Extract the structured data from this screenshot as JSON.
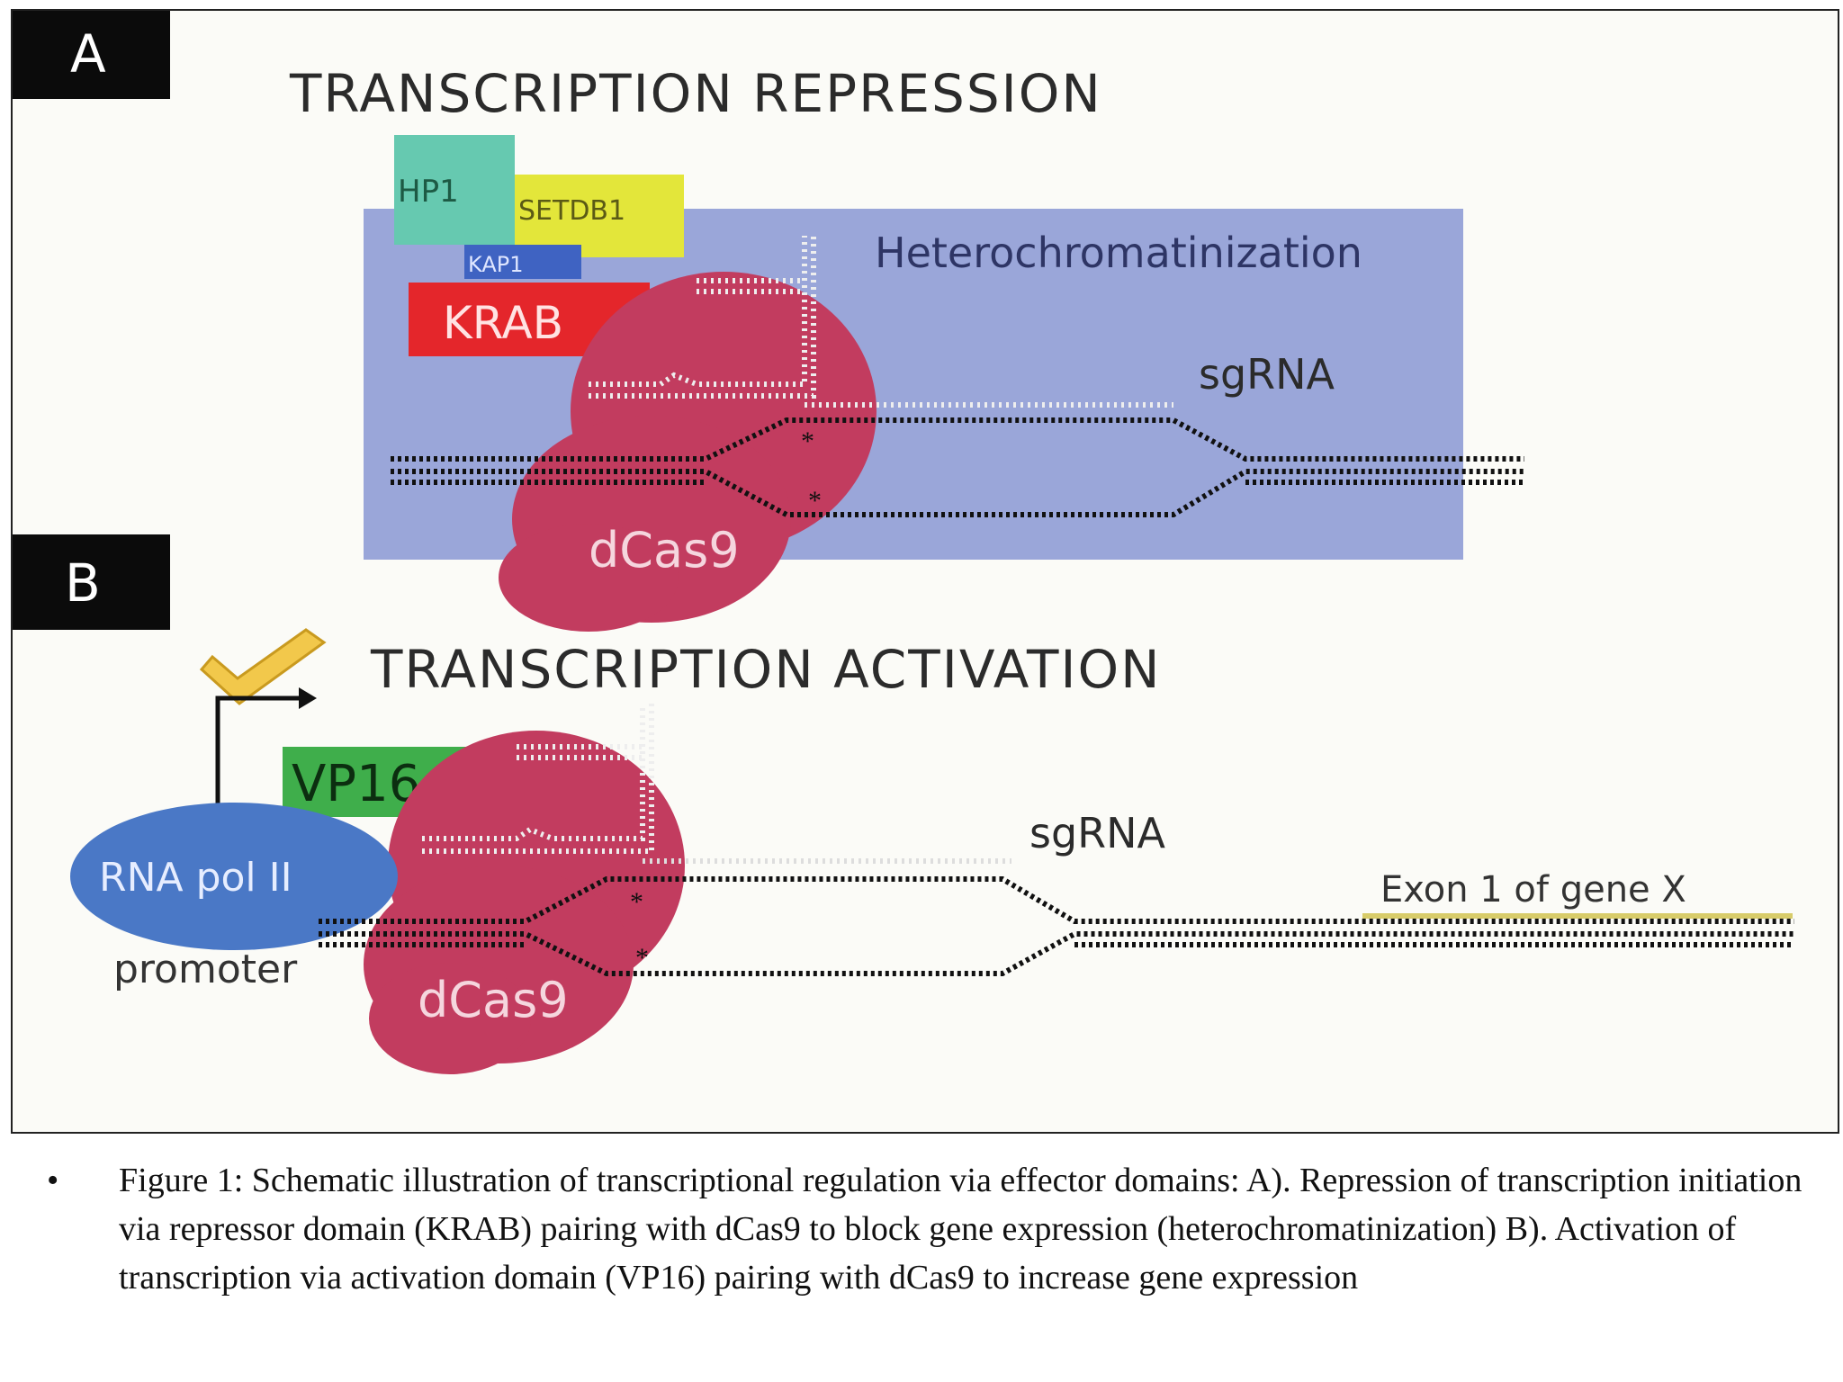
{
  "panel_a": {
    "letter": "A",
    "title": "TRANSCRIPTION REPRESSION",
    "hp1": "HP1",
    "setdb1": "SETDB1",
    "kap1": "KAP1",
    "krab": "KRAB",
    "heterochromatinization": "Heterochromatinization",
    "sgrna": "sgRNA",
    "dcas9": "dCas9"
  },
  "panel_b": {
    "letter": "B",
    "title": "TRANSCRIPTION ACTIVATION",
    "vp16": "VP16",
    "rna_pol": "RNA pol II",
    "promoter": "promoter",
    "sgrna": "sgRNA",
    "exon": "Exon 1 of gene X",
    "dcas9": "dCas9"
  },
  "caption": {
    "bullet": "•",
    "text": "Figure 1: Schematic illustration of transcriptional regulation via effector domains: A). Repression of transcription initiation via repressor domain (KRAB) pairing with dCas9 to block gene expression (heterochromatinization) B). Activation of transcription via activation domain (VP16) pairing with dCas9 to increase gene expression"
  },
  "colors": {
    "panel_letter_bg": "#0b0b0b",
    "hetero_box": "#9aa6d9",
    "hp1": "#66c9b0",
    "setdb1": "#e3e63a",
    "kap1": "#3f63c2",
    "krab": "#e4262b",
    "dcas9": "#c23c5f",
    "vp16": "#3fae4b",
    "rna_pol": "#4a78c6",
    "exon": "#d8cc6a",
    "check": "#f2c84b"
  }
}
